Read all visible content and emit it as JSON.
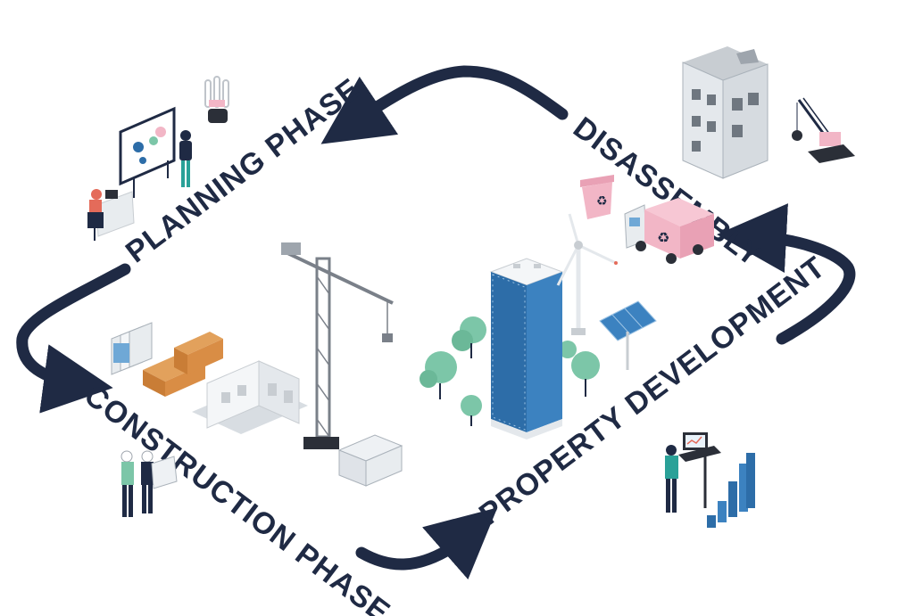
{
  "diagram": {
    "phases": [
      {
        "id": "planning",
        "label": "PLANNING PHASE"
      },
      {
        "id": "construction",
        "label": "CONSTRUCTION PHASE"
      },
      {
        "id": "property",
        "label": "PROPERTY DEVELOPMENT"
      },
      {
        "id": "disassembly",
        "label": "DISASSEMBLY"
      }
    ]
  },
  "colors": {
    "navy": "#1f2a44",
    "teal": "#7cc6a8",
    "pink": "#f2b6c6",
    "blue": "#2d6da8",
    "light_blue": "#5ea5d6",
    "grey": "#c8cdd2",
    "wood": "#d9914a"
  }
}
